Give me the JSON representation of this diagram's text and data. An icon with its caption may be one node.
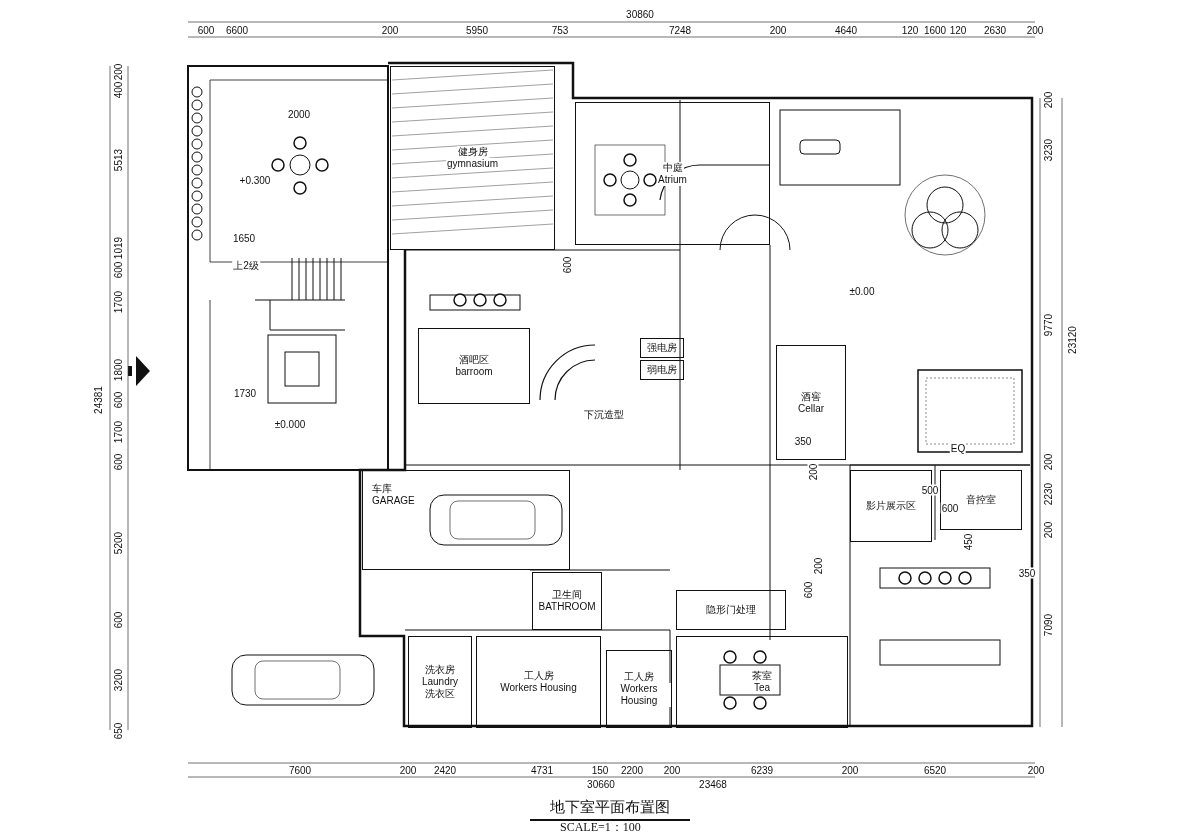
{
  "diagram": {
    "title": "地下室平面布置图",
    "caption": "SCALE=1：100",
    "nodes": [
      {
        "text": [
          "健身房",
          "gymnasium"
        ]
      },
      {
        "text": [
          "中庭",
          "Atrium"
        ]
      },
      {
        "text": [
          "酒吧区",
          "barroom"
        ]
      },
      {
        "text": [
          "强电房"
        ]
      },
      {
        "text": [
          "弱电房"
        ]
      },
      {
        "text": [
          "酒窖",
          "Cellar"
        ]
      },
      {
        "text": [
          "车库",
          "GARAGE"
        ]
      },
      {
        "text": [
          "卫生间",
          "BATHROOM"
        ]
      },
      {
        "text": [
          "洗衣房",
          "Laundry",
          "洗衣区"
        ]
      },
      {
        "text": [
          "工人房",
          "Workers Housing"
        ]
      },
      {
        "text": [
          "工人房",
          "Workers Housing"
        ]
      },
      {
        "text": [
          "隐形门处理"
        ]
      },
      {
        "text": [
          "茶室",
          "Tea"
        ]
      },
      {
        "text": [
          "影片展示区"
        ]
      },
      {
        "text": [
          "音控室"
        ]
      }
    ],
    "labels": [
      "30860",
      "600",
      "6600",
      "200",
      "5950",
      "753",
      "7248",
      "200",
      "4640",
      "120",
      "1600",
      "120",
      "2630",
      "200",
      "200",
      "400",
      "5513",
      "1019",
      "600",
      "1700",
      "1800",
      "600",
      "1700",
      "600",
      "5200",
      "600",
      "3200",
      "650",
      "24381",
      "200",
      "3230",
      "9770",
      "23120",
      "200",
      "2230",
      "200",
      "7090",
      "2000",
      "+0.300",
      "1650",
      "上2级",
      "600",
      "1730",
      "±0.000",
      "±0.00",
      "下沉造型",
      "350",
      "EQ",
      "200",
      "500",
      "600",
      "450",
      "350",
      "200",
      "600",
      "7600",
      "200",
      "2420",
      "4731",
      "150",
      "2200",
      "200",
      "6239",
      "200",
      "6520",
      "200",
      "30660",
      "23468"
    ]
  }
}
